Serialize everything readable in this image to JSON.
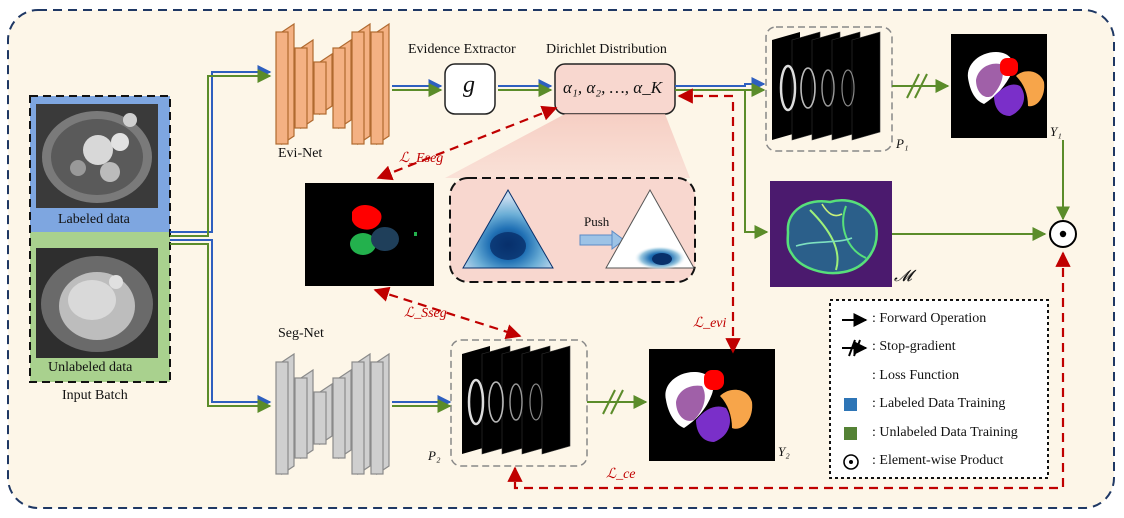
{
  "labels": {
    "labeled_data": "Labeled data",
    "unlabeled_data": "Unlabeled data",
    "input_batch": "Input Batch",
    "evi_net": "Evi-Net",
    "seg_net": "Seg-Net",
    "evidence_extractor": "Evidence Extractor",
    "dirichlet_distribution": "Dirichlet Distribution",
    "g": "g",
    "alphas": "α₁, α₂, …, α_K",
    "push": "Push",
    "p1": "P₁",
    "p2": "P₂",
    "y1": "Y₁",
    "y2": "Y₂",
    "m": "𝓜",
    "l_eseg": "ℒ_Eseg",
    "l_sseg": "ℒ_Sseg",
    "l_evi": "ℒ_evi",
    "l_ce": "ℒ_ce"
  },
  "legend": {
    "items": [
      {
        "icon": "forward-arrow",
        "text": ": Forward Operation"
      },
      {
        "icon": "stop-gradient",
        "text": ": Stop-gradient"
      },
      {
        "icon": "loss-dashed-arrow",
        "text": ": Loss Function"
      },
      {
        "icon": "blue-square",
        "text": ": Labeled Data Training"
      },
      {
        "icon": "green-square",
        "text": ": Unlabeled Data Training"
      },
      {
        "icon": "odot",
        "text": ": Element-wise Product"
      }
    ]
  },
  "colors": {
    "panel_bg": "#fdf6e8",
    "panel_border": "#1f3864",
    "labeled_blue": "#7ea6e0",
    "unlabeled_green": "#a9d18e",
    "blue_arrow": "#2e5fbf",
    "green_arrow": "#5b8c2a",
    "loss_red": "#c00000",
    "evi_orange": "#f4b183",
    "seg_gray": "#cfcfcf",
    "pink_box": "#f8d7cf",
    "mask_red": "#ff0000",
    "mask_purple": "#8b3fd1",
    "mask_orange": "#f7a54a",
    "mask_mauve": "#a060a8",
    "uncertainty_bg": "#4b1a6e"
  }
}
